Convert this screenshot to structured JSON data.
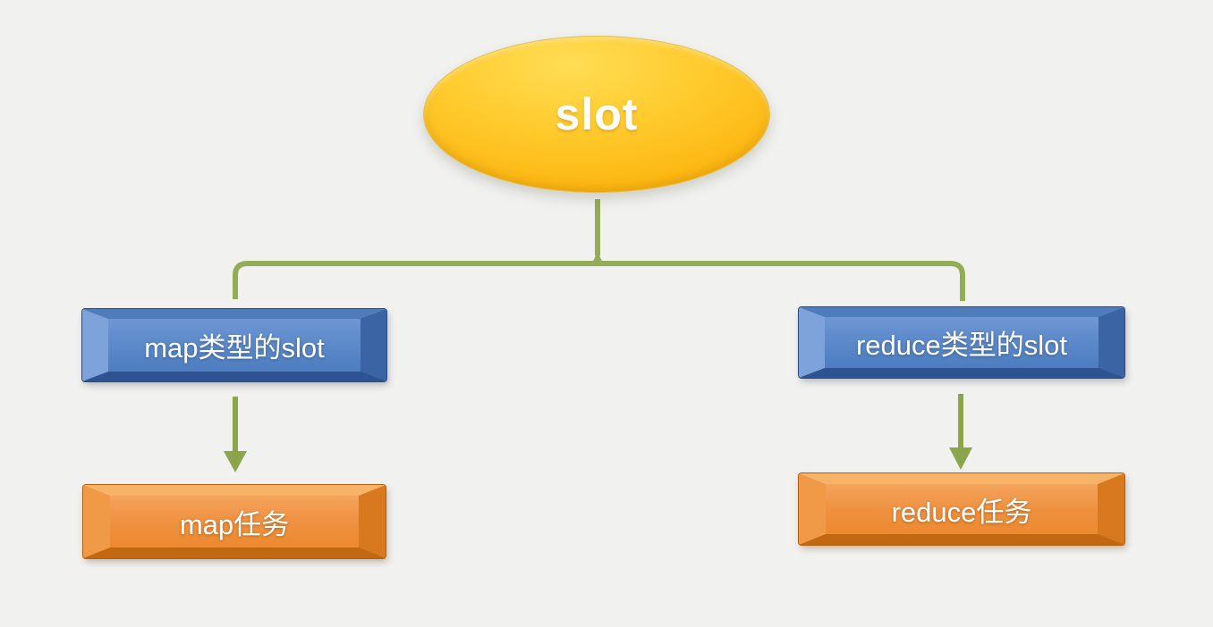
{
  "diagram": {
    "title": "slot type hierarchy",
    "root": {
      "label": "slot"
    },
    "branches": [
      {
        "type_label": "map类型的slot",
        "task_label": "map任务"
      },
      {
        "type_label": "reduce类型的slot",
        "task_label": "reduce任务"
      }
    ],
    "colors": {
      "background": "#f1f1f0",
      "root_fill": "#fcb712",
      "branch_fill": "#5d8aca",
      "task_fill": "#ef9140",
      "connector_green": "#93ac55",
      "text": "#ffffff"
    }
  }
}
